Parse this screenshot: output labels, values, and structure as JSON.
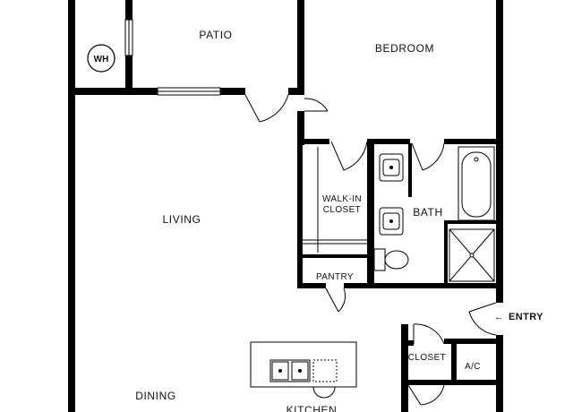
{
  "rooms": {
    "patio": "PATIO",
    "bedroom": "BEDROOM",
    "living": "LIVING",
    "dining": "DINING",
    "kitchen": "KITCHEN",
    "bath": "BATH",
    "walk_in_closet_line1": "WALK-IN",
    "walk_in_closet_line2": "CLOSET",
    "pantry": "PANTRY",
    "closet": "CLOSET",
    "ac": "A/C",
    "water_heater": "WH"
  },
  "entry": {
    "label": "ENTRY",
    "arrow": "←"
  },
  "colors": {
    "wall": "#000000",
    "fixture": "#222222",
    "background": "#ffffff"
  }
}
